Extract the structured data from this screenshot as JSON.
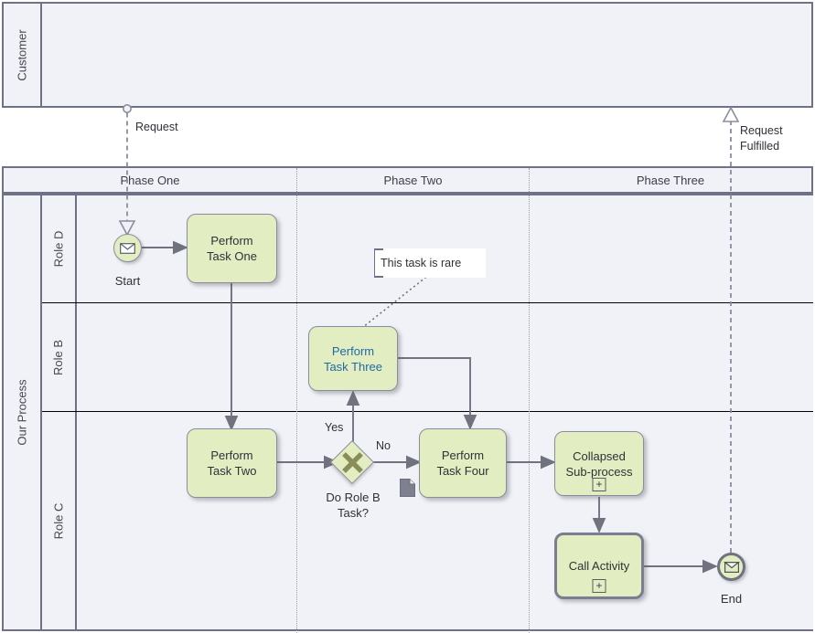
{
  "diagram": {
    "title": "BPMN Process Diagram",
    "colors": {
      "lane_fill": "#f1f2f7",
      "pool_border": "#6f7186",
      "task_fill": "#e3edc2",
      "task_border": "#8a8d9e",
      "connector": "#70727f",
      "link_text": "#1f6aa5",
      "text": "#2f3038",
      "phase_divider": "#9a9cae"
    }
  },
  "pools": [
    {
      "id": "customer",
      "label": "Customer"
    },
    {
      "id": "our-process",
      "label": "Our Process"
    }
  ],
  "lanes": [
    {
      "id": "role-d",
      "label": "Role D"
    },
    {
      "id": "role-b",
      "label": "Role B"
    },
    {
      "id": "role-c",
      "label": "Role C"
    }
  ],
  "phases": [
    {
      "id": "phase-one",
      "label": "Phase One"
    },
    {
      "id": "phase-two",
      "label": "Phase Two"
    },
    {
      "id": "phase-three",
      "label": "Phase Three"
    }
  ],
  "events": [
    {
      "id": "start",
      "label": "Start",
      "type": "message-start-event",
      "icon": "envelope-icon"
    },
    {
      "id": "end",
      "label": "End",
      "type": "message-end-event",
      "icon": "envelope-filled-icon"
    }
  ],
  "tasks": [
    {
      "id": "task-one",
      "line1": "Perform",
      "line2": "Task One",
      "marker": "",
      "style": "normal"
    },
    {
      "id": "task-two",
      "line1": "Perform",
      "line2": "Task Two",
      "marker": "",
      "style": "normal"
    },
    {
      "id": "task-three",
      "line1": "Perform",
      "line2": "Task Three",
      "marker": "",
      "style": "link"
    },
    {
      "id": "task-four",
      "line1": "Perform",
      "line2": "Task Four",
      "marker": "",
      "style": "normal"
    },
    {
      "id": "subprocess",
      "line1": "Collapsed",
      "line2": "Sub-process",
      "marker": "+",
      "style": "normal"
    },
    {
      "id": "call-activity",
      "line1": "Call Activity",
      "line2": "",
      "marker": "+",
      "style": "thick"
    }
  ],
  "gateway": {
    "id": "do-role-b-task",
    "type": "exclusive-gateway",
    "label_line1": "Do Role B",
    "label_line2": "Task?"
  },
  "annotation": {
    "id": "rare-task-note",
    "text": "This task is rare"
  },
  "data_object": {
    "id": "data-object",
    "label": ""
  },
  "edge_labels": [
    {
      "id": "yes",
      "text": "Yes"
    },
    {
      "id": "no",
      "text": "No"
    }
  ],
  "message_flows": [
    {
      "id": "request",
      "line1": "Request",
      "line2": ""
    },
    {
      "id": "request-fulfilled",
      "line1": "Request",
      "line2": "Fulfilled"
    }
  ]
}
